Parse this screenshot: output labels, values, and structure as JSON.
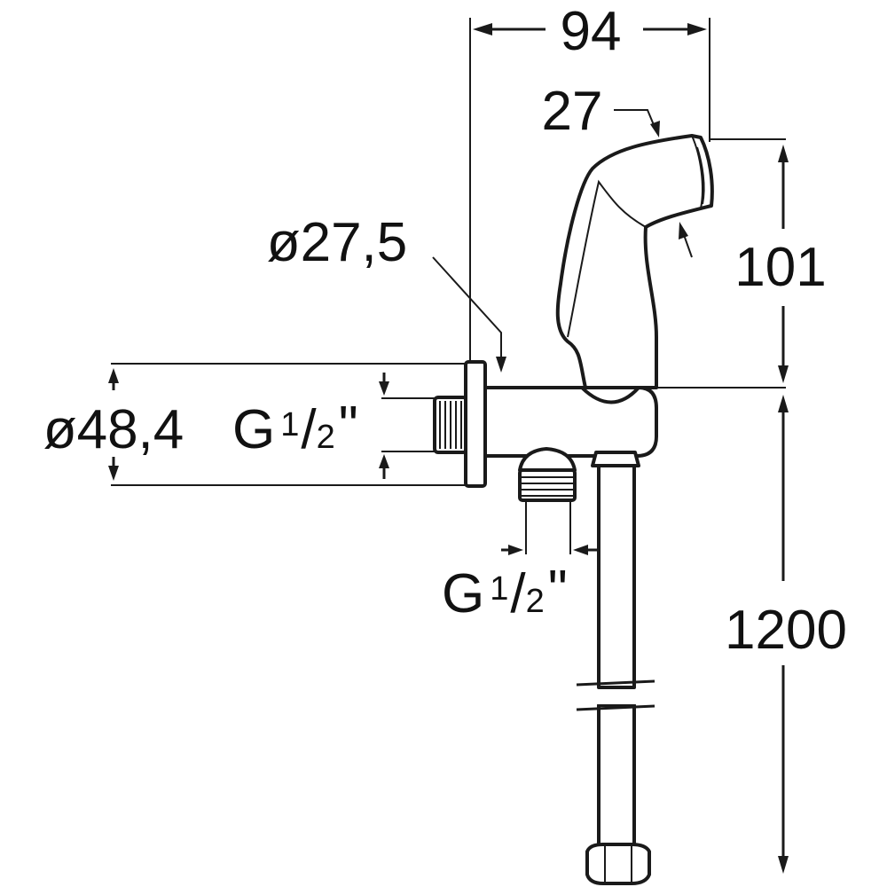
{
  "drawing": {
    "dimensions": {
      "overall_width": "94",
      "spray_head_width": "27",
      "spray_head_height": "101",
      "hose_length": "1200",
      "outlet_diameter": "ø27,5",
      "flange_diameter": "ø48,4",
      "thread_main_prefix": "G",
      "thread_main_fraction_num": "1",
      "thread_main_fraction_den": "2",
      "thread_main_suffix": "\"",
      "thread_outlet_prefix": "G",
      "thread_outlet_fraction_num": "1",
      "thread_outlet_fraction_den": "2",
      "thread_outlet_suffix": "\""
    }
  }
}
